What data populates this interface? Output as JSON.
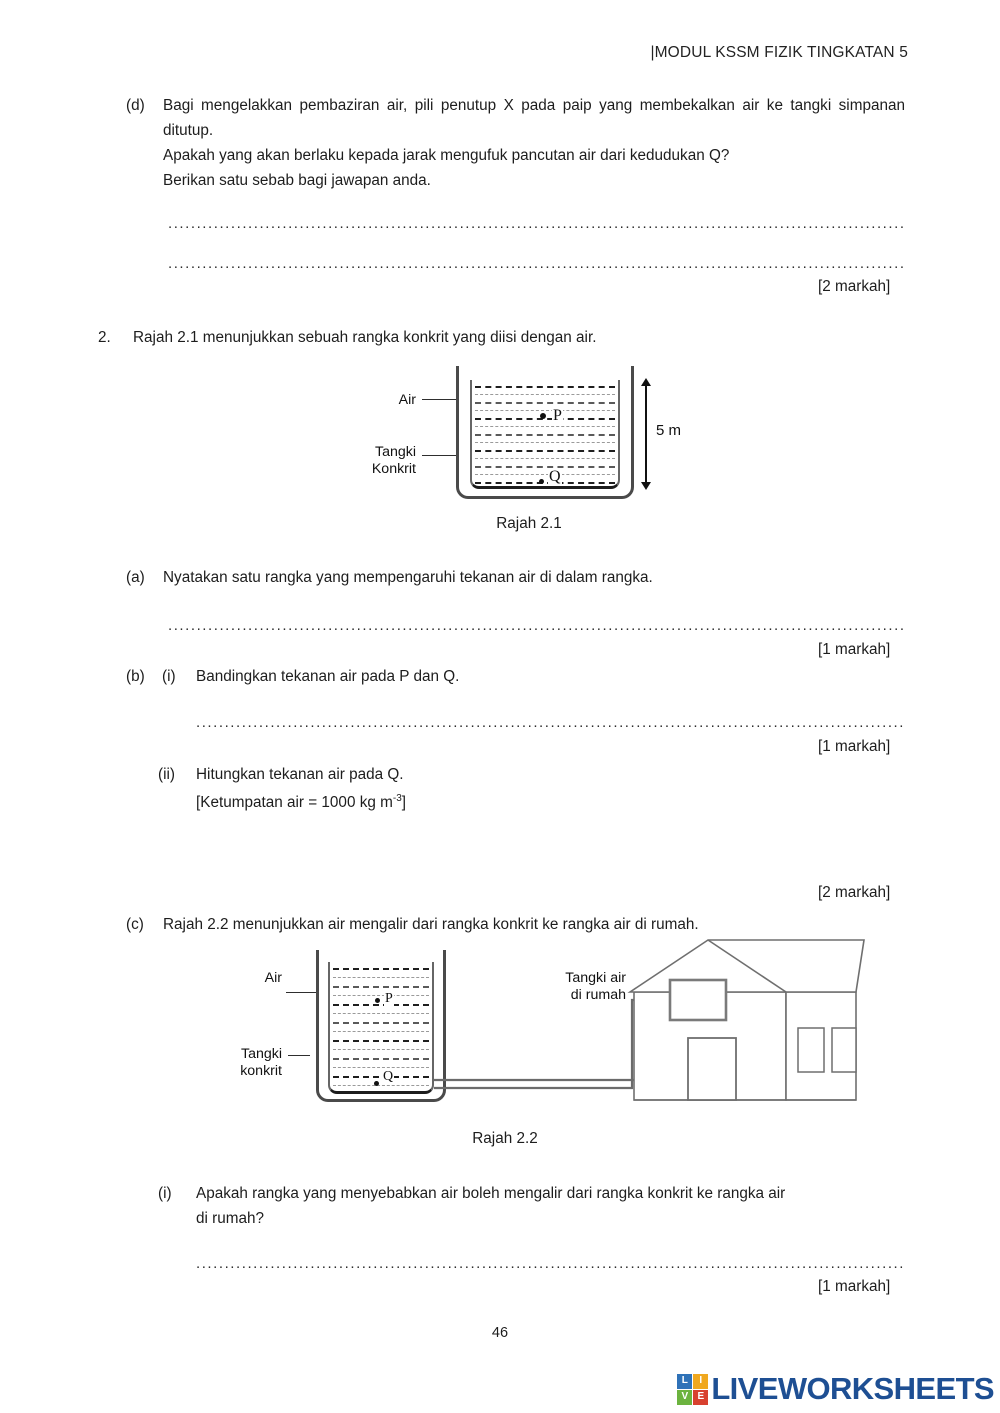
{
  "header": {
    "title": "|MODUL KSSM FIZIK TINGKATAN 5"
  },
  "questions": {
    "d": {
      "marker": "(d)",
      "line1": "Bagi mengelakkan pembaziran air, pili penutup X pada paip yang membekalkan air ke tangki simpanan ditutup.",
      "line2": "Apakah yang akan berlaku kepada jarak mengufuk pancutan air dari kedudukan Q?",
      "line3": "Berikan satu sebab bagi jawapan anda.",
      "marks": "[2 markah]"
    },
    "q2": {
      "number": "2.",
      "stem": "Rajah 2.1 menunjukkan sebuah rangka konkrit yang diisi dengan air.",
      "a": {
        "marker": "(a)",
        "text": "Nyatakan satu rangka yang mempengaruhi tekanan air di dalam rangka.",
        "marks": "[1 markah]"
      },
      "b": {
        "marker": "(b)",
        "i_marker": "(i)",
        "i_text": "Bandingkan tekanan air pada P dan Q.",
        "i_marks": "[1 markah]",
        "ii_marker": "(ii)",
        "ii_text": "Hitungkan tekanan air pada Q.",
        "ii_note_pre": "[Ketumpatan air = 1000 kg m",
        "ii_note_sup": "-3",
        "ii_note_post": "]",
        "ii_marks": "[2 markah]"
      },
      "c": {
        "marker": "(c)",
        "text": "Rajah 2.2 menunjukkan air mengalir dari rangka konkrit ke rangka air di rumah.",
        "i_marker": "(i)",
        "i_line1": "Apakah rangka yang menyebabkan air boleh mengalir dari rangka konkrit ke rangka air",
        "i_line2": "di rumah?",
        "i_marks": "[1 markah]"
      }
    }
  },
  "figure21": {
    "caption": "Rajah 2.1",
    "label_air": "Air",
    "label_tangki_line1": "Tangki",
    "label_tangki_line2": "Konkrit",
    "point_p": "P",
    "point_q": "Q",
    "dimension": "5 m"
  },
  "figure22": {
    "caption": "Rajah 2.2",
    "label_air": "Air",
    "label_tangki_line1": "Tangki",
    "label_tangki_line2": "konkrit",
    "label_house_tank_line1": "Tangki air",
    "label_house_tank_line2": "di rumah",
    "point_p": "P",
    "point_q": "Q"
  },
  "footer": {
    "page_number": "46",
    "logo": {
      "tiles": [
        "L",
        "I",
        "V",
        "E"
      ],
      "tile_colors": [
        "#2f72b8",
        "#f0a81e",
        "#6cb33f",
        "#d8412f"
      ],
      "wordmark": "LIVEWORKSHEETS",
      "wordmark_color": "#1e4f93"
    }
  }
}
